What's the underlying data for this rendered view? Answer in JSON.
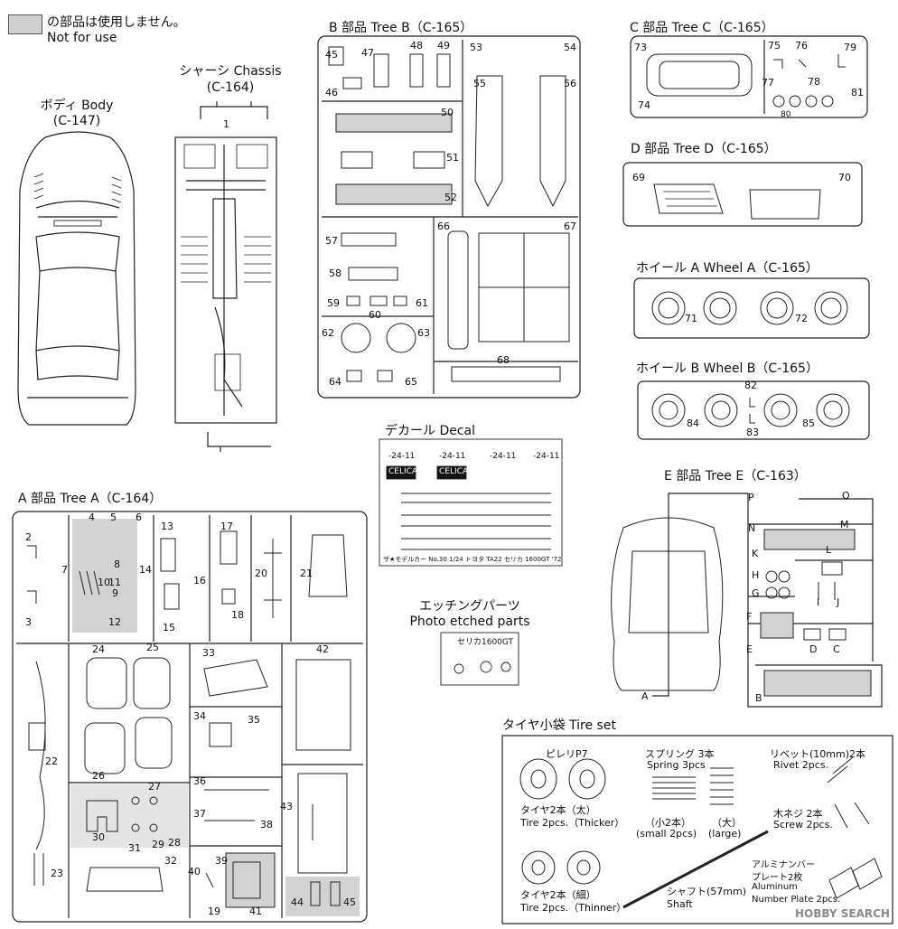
{
  "legend": {
    "jp": "の部品は使用しません。",
    "en": "Not for use"
  },
  "body": {
    "title": "ボディ Body",
    "code": "(C-147)"
  },
  "chassis": {
    "title": "シャーシ Chassis",
    "code": "(C-164)"
  },
  "tree_b": {
    "title": "B 部品 Tree B（C-165）"
  },
  "tree_c": {
    "title": "C 部品 Tree C（C-165）"
  },
  "tree_d": {
    "title": "D 部品 Tree D（C-165）"
  },
  "wheel_a": {
    "title": "ホイール A  Wheel A（C-165）"
  },
  "wheel_b": {
    "title": "ホイール B  Wheel B（C-165）"
  },
  "decal": {
    "title": "デカール Decal",
    "plates": [
      "-24-11",
      "-24-11",
      "-24-11",
      "-24-11"
    ],
    "logo": "CELICA",
    "caption": "ザ★モデルカー No.30 1/24 トヨタ TA22 セリカ 1600GT '72"
  },
  "etched": {
    "title_jp": "エッチングパーツ",
    "title_en": "Photo etched parts",
    "tag": "セリカ1600GT"
  },
  "tree_a": {
    "title": "A 部品  Tree A（C-164）"
  },
  "tree_e": {
    "title": "E 部品 Tree E（C-163）"
  },
  "tire_set": {
    "title": "タイヤ小袋 Tire set",
    "pirelli": "ピレリP7",
    "thick_jp": "タイヤ2本（太）",
    "thick_en": "Tire 2pcs.（Thicker）",
    "thin_jp": "タイヤ2本（細）",
    "thin_en": "Tire 2pcs.（Thinner）",
    "spring_jp": "スプリング 3本",
    "spring_en": "Spring 3pcs",
    "small_jp": "（小2本）",
    "small_en": "(small 2pcs)",
    "large_jp": "（大）",
    "large_en": "(large)",
    "shaft_jp": "シャフト(57mm)",
    "shaft_en": "Shaft",
    "rivet_jp": "リベット(10mm)2本",
    "rivet_en": "Rivet 2pcs.",
    "screw_jp": "木ネジ 2本",
    "screw_en": "Screw 2pcs.",
    "plate_jp1": "アルミナンバー",
    "plate_jp2": "プレート2枚",
    "plate_en1": "Aluminum",
    "plate_en2": "Number Plate 2pcs."
  },
  "part_numbers": [
    "1",
    "2",
    "3",
    "4",
    "5",
    "6",
    "7",
    "8",
    "9",
    "10",
    "11",
    "12",
    "13",
    "14",
    "15",
    "16",
    "17",
    "18",
    "19",
    "20",
    "21",
    "22",
    "23",
    "24",
    "25",
    "26",
    "27",
    "28",
    "29",
    "30",
    "31",
    "32",
    "33",
    "34",
    "35",
    "36",
    "37",
    "38",
    "39",
    "40",
    "41",
    "42",
    "43",
    "44",
    "45",
    "46",
    "47",
    "48",
    "49",
    "50",
    "51",
    "52",
    "53",
    "54",
    "55",
    "56",
    "57",
    "58",
    "59",
    "60",
    "61",
    "62",
    "63",
    "64",
    "65",
    "66",
    "67",
    "68",
    "69",
    "70",
    "71",
    "72",
    "73",
    "74",
    "75",
    "76",
    "77",
    "78",
    "79",
    "80",
    "81",
    "82",
    "83",
    "84",
    "85"
  ],
  "tree_e_letters": [
    "A",
    "B",
    "C",
    "D",
    "E",
    "F",
    "G",
    "H",
    "I",
    "J",
    "K",
    "L",
    "M",
    "N",
    "O",
    "P"
  ],
  "watermark": "HOBBY SEARCH",
  "colors": {
    "line": "#222222",
    "shade": "#d2d2d2",
    "paper": "#ffffff"
  }
}
